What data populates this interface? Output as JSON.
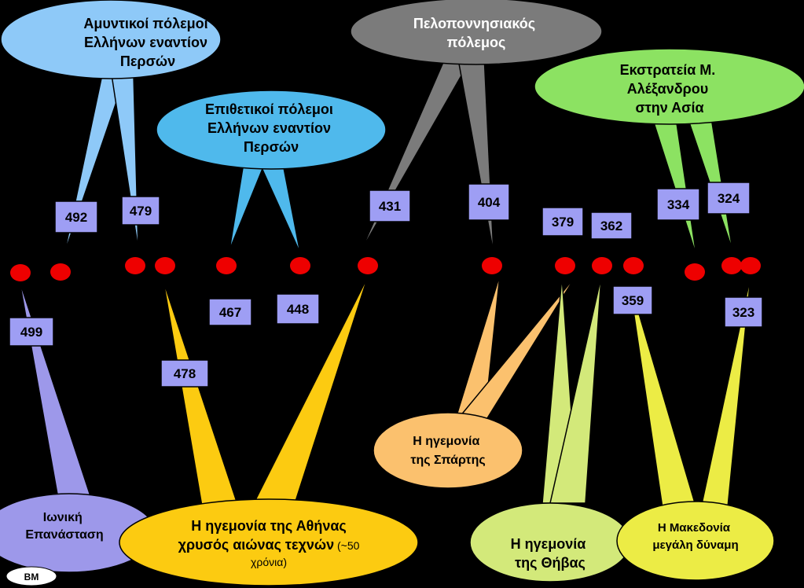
{
  "callouts": {
    "defensive_wars": {
      "lines": [
        "Αμυντικοί πόλεμοι",
        "Ελλήνων εναντίον",
        "Περσών"
      ],
      "color": "#8ec9f8"
    },
    "offensive_wars": {
      "lines": [
        "Επιθετικοί πόλεμοι",
        "Ελλήνων εναντίον",
        "Περσών"
      ],
      "color": "#4fb9ec"
    },
    "peloponnesian_war": {
      "lines": [
        "Πελοποννησιακός",
        "πόλεμος"
      ],
      "color": "#7b7b7b"
    },
    "alexander_campaign": {
      "lines": [
        "Εκστρατεία Μ.",
        "Αλέξανδρου",
        "στην Ασία"
      ],
      "color": "#8ce262"
    },
    "ionian_revolt": {
      "lines": [
        "Ιωνική",
        "Επανάσταση"
      ],
      "color": "#9d98ea"
    },
    "athens_hegemony": {
      "line1": "Η ηγεμονία της Αθήνας",
      "line2a": "χρυσός αιώνας τεχνών",
      "line2b": " (~50",
      "line3": "χρόνια)",
      "color": "#fccb11"
    },
    "sparta_hegemony": {
      "lines": [
        "Η ηγεμονία",
        "της Σπάρτης"
      ],
      "color": "#fbc16e"
    },
    "thebes_hegemony": {
      "lines": [
        "Η ηγεμονία",
        "της Θήβας"
      ],
      "color": "#d3e97a"
    },
    "macedonia_power": {
      "lines": [
        "Η Μακεδονία",
        "μεγάλη δύναμη"
      ],
      "color": "#ecec45"
    }
  },
  "years": [
    "499",
    "492",
    "479",
    "478",
    "467",
    "448",
    "431",
    "404",
    "379",
    "362",
    "359",
    "334",
    "324",
    "323"
  ],
  "badge": "ΒΜ",
  "colors": {
    "year_box": "#9e9ef4",
    "dot": "#ee0000",
    "background": "#000000"
  }
}
